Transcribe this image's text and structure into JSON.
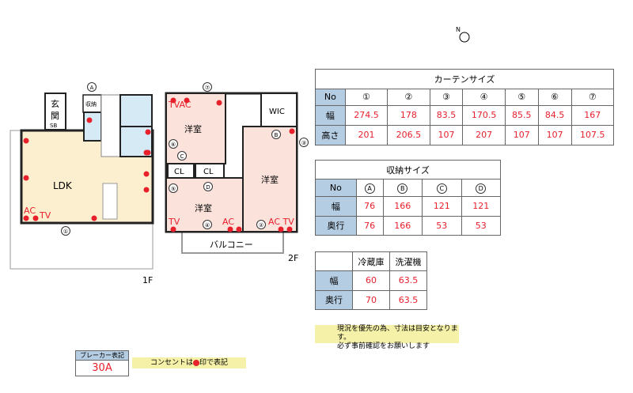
{
  "plan": {
    "floor1_label": "1F",
    "floor2_label": "2F",
    "rooms1": {
      "ldk": "LDK",
      "genkan1": "玄",
      "genkan2": "関",
      "sb": "SB",
      "storage": "収納"
    },
    "rooms2": {
      "western": "洋室",
      "wic": "WIC",
      "cl": "CL",
      "balcony": "バルコニー"
    },
    "marks": {
      "ac": "AC",
      "tv": "TV",
      "tvac": "TVAC",
      "actv": "AC TV"
    },
    "windows": [
      "①",
      "②",
      "③",
      "④",
      "⑤",
      "⑥",
      "⑦"
    ],
    "storage_marks": [
      "A",
      "B",
      "C",
      "D"
    ]
  },
  "curtain": {
    "title": "カーテンサイズ",
    "row_labels": [
      "No",
      "幅",
      "高さ"
    ],
    "nos": [
      "①",
      "②",
      "③",
      "④",
      "⑤",
      "⑥",
      "⑦"
    ],
    "width": [
      "274.5",
      "178",
      "83.5",
      "170.5",
      "85.5",
      "84.5",
      "167"
    ],
    "height": [
      "201",
      "206.5",
      "107",
      "207",
      "107",
      "107",
      "107.5"
    ]
  },
  "storage": {
    "title": "収納サイズ",
    "row_labels": [
      "No",
      "幅",
      "奥行"
    ],
    "nos": [
      "A",
      "B",
      "C",
      "D"
    ],
    "width": [
      "76",
      "166",
      "121",
      "121"
    ],
    "depth": [
      "76",
      "166",
      "53",
      "53"
    ]
  },
  "appliance": {
    "headers": [
      "冷蔵庫",
      "洗濯機"
    ],
    "row_labels": [
      "幅",
      "奥行"
    ],
    "width": [
      "60",
      "63.5"
    ],
    "depth": [
      "70",
      "63.5"
    ]
  },
  "notes": {
    "line1": "現況を優先の為、寸法は目安となります。",
    "line2": "必ず事前確認をお願いします"
  },
  "breaker": {
    "label": "ブレーカー表記",
    "value": "30A"
  },
  "outlet_note": {
    "before": "コンセントは",
    "after": "印で表記"
  },
  "north": "N"
}
